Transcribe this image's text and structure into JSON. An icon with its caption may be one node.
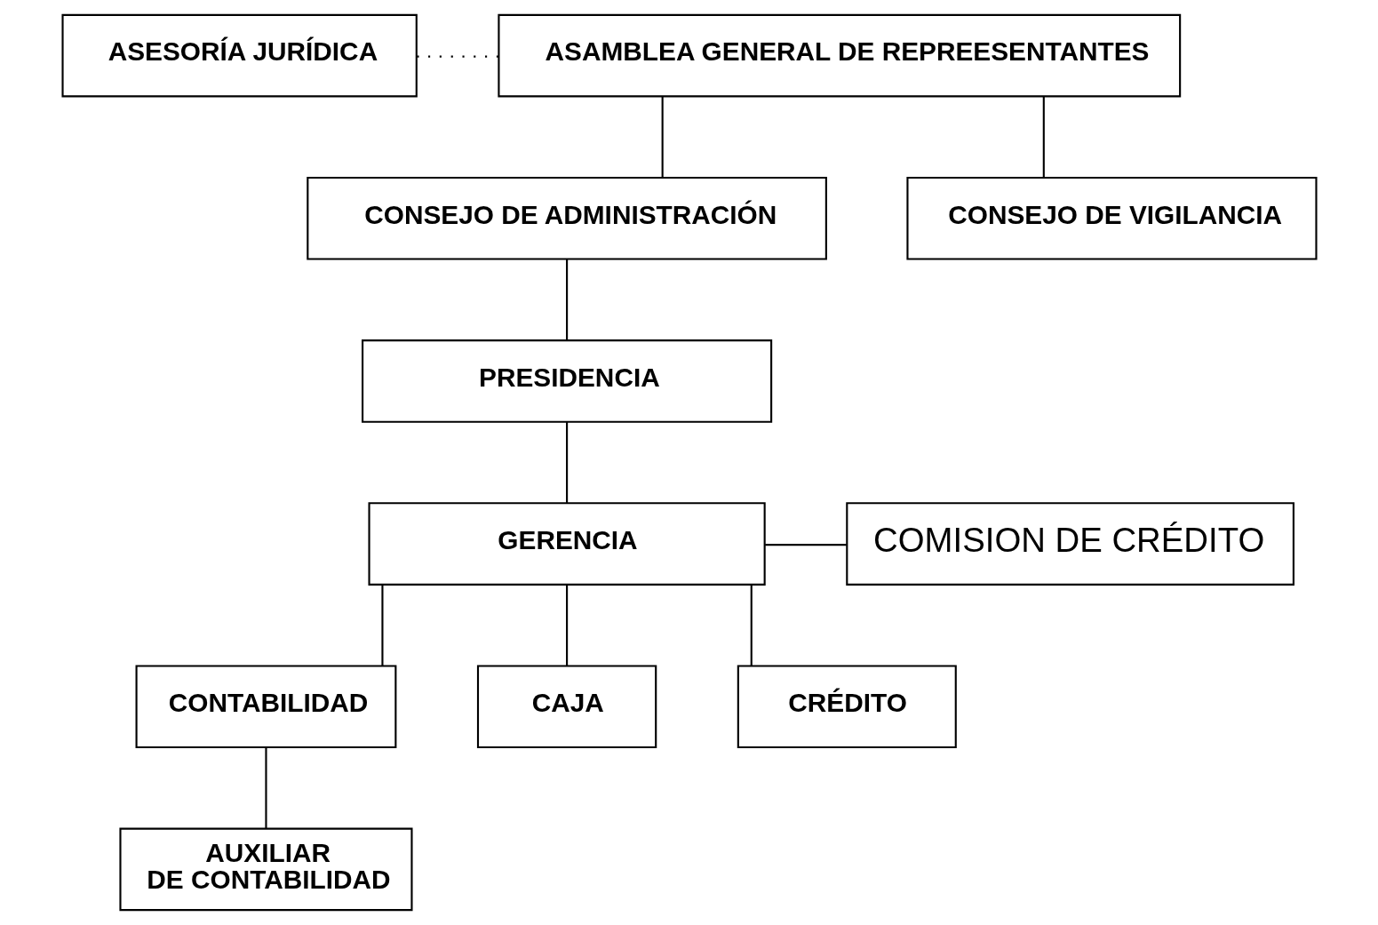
{
  "diagram": {
    "nodes": [
      {
        "text": [
          "ASAMBLEA GENERAL DE REPREESENTANTES"
        ]
      },
      {
        "text": [
          "ASESORÍA JURÍDICA"
        ]
      },
      {
        "text": [
          "CONSEJO DE ADMINISTRACIÓN"
        ]
      },
      {
        "text": [
          "CONSEJO DE VIGILANCIA"
        ]
      },
      {
        "text": [
          "PRESIDENCIA"
        ]
      },
      {
        "text": [
          "GERENCIA"
        ]
      },
      {
        "text": [
          "COMISION DE CRÉDITO"
        ]
      },
      {
        "text": [
          "CONTABILIDAD"
        ]
      },
      {
        "text": [
          "CAJA"
        ]
      },
      {
        "text": [
          "CRÉDITO"
        ]
      },
      {
        "text": [
          "AUXILIAR DE CONTABILIDAD"
        ]
      }
    ],
    "edges": [
      {
        "from": 1,
        "to": 0,
        "arrow": "none",
        "style": "dashed"
      },
      {
        "from": 0,
        "to": 2,
        "arrow": "none"
      },
      {
        "from": 0,
        "to": 3,
        "arrow": "none"
      },
      {
        "from": 2,
        "to": 4,
        "arrow": "none"
      },
      {
        "from": 4,
        "to": 5,
        "arrow": "none"
      },
      {
        "from": 5,
        "to": 6,
        "arrow": "none"
      },
      {
        "from": 5,
        "to": 7,
        "arrow": "none"
      },
      {
        "from": 5,
        "to": 8,
        "arrow": "none"
      },
      {
        "from": 5,
        "to": 9,
        "arrow": "none"
      },
      {
        "from": 7,
        "to": 10,
        "arrow": "none"
      }
    ]
  }
}
